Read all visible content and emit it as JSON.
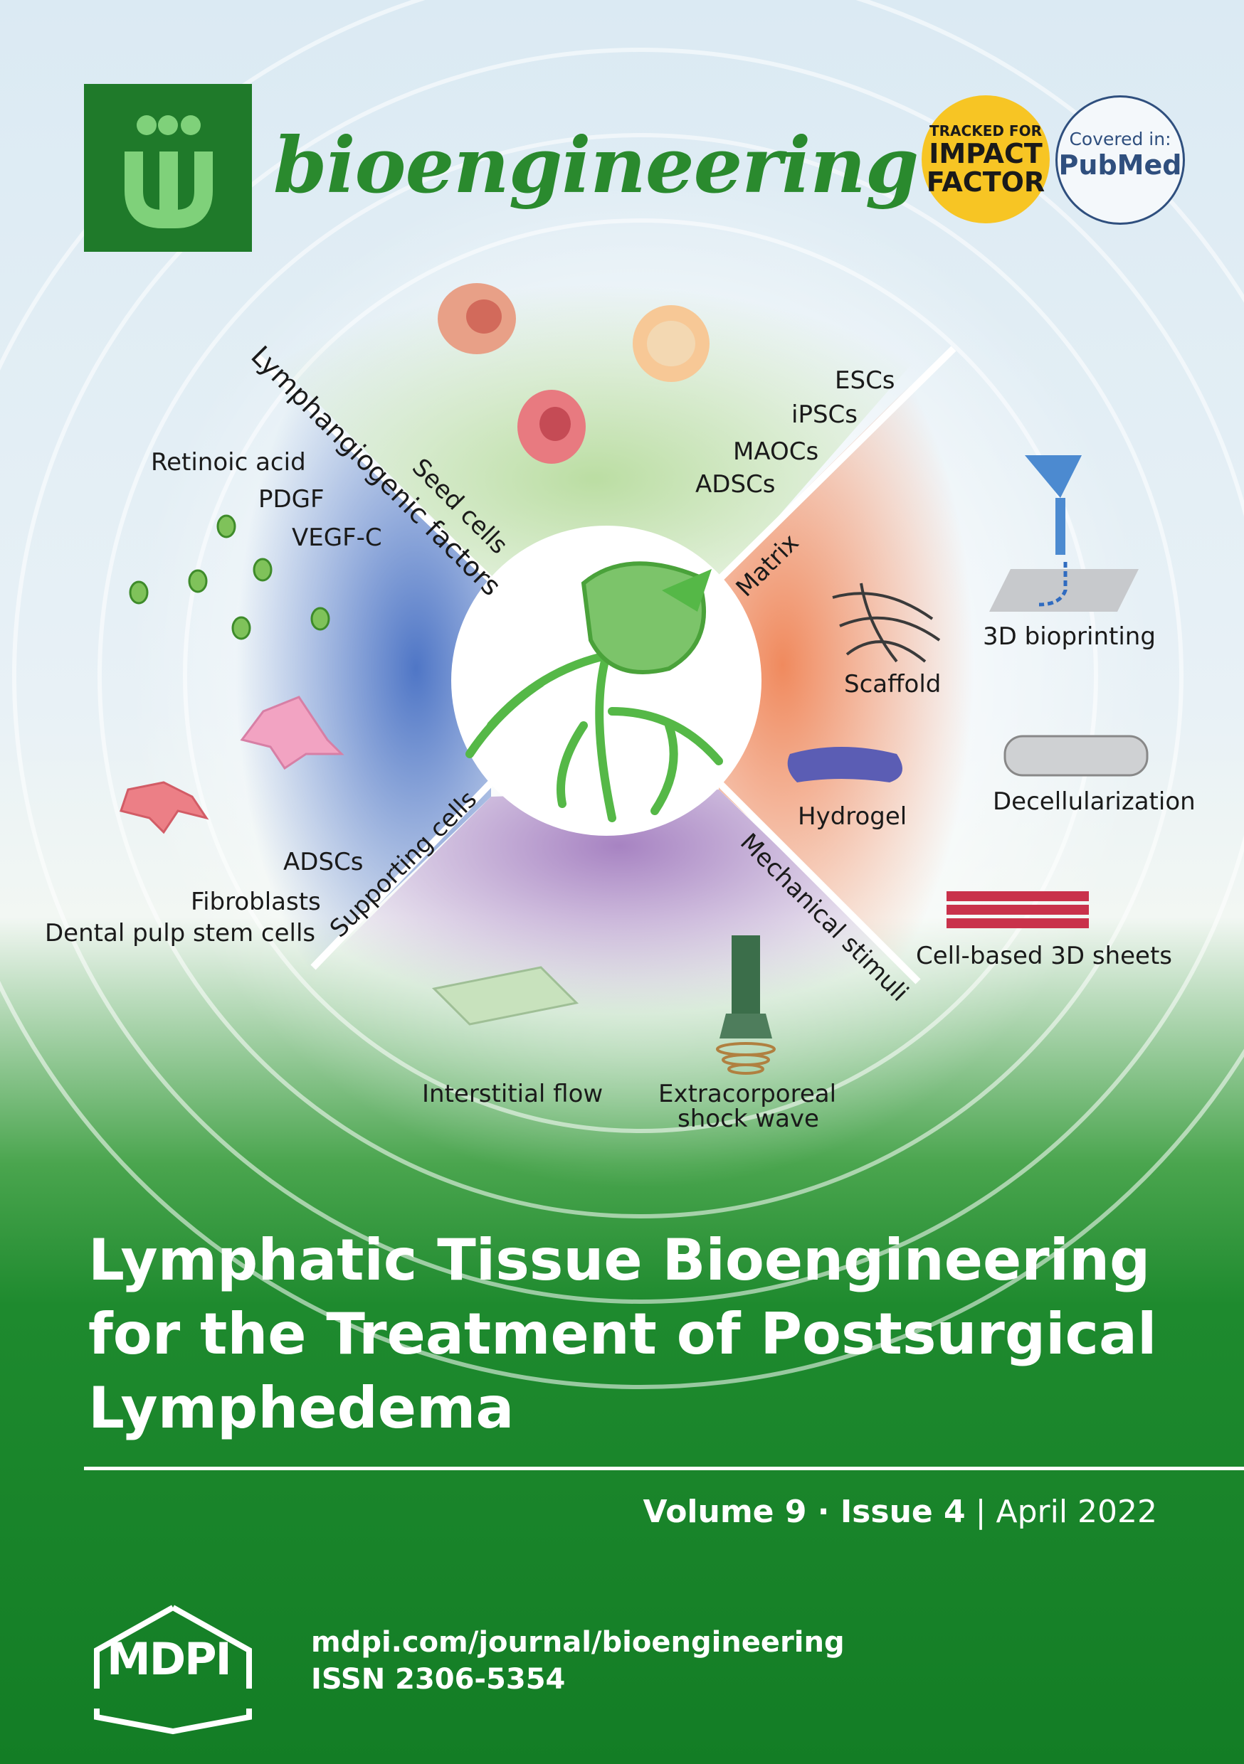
{
  "journal": {
    "name": "bioengineering"
  },
  "badges": {
    "impact": [
      "TRACKED FOR",
      "IMPACT",
      "FACTOR"
    ],
    "pubmed": [
      "Covered in:",
      "PubMed"
    ]
  },
  "diagram": {
    "quadrants": {
      "top": "Seed cells",
      "left": "Lymphangiogenic factors",
      "right": "Matrix",
      "bottom_left": "Supporting cells",
      "bottom_right": "Mechanical stimuli"
    },
    "seed_cells": [
      "ESCs",
      "iPSCs",
      "MAOCs",
      "ADSCs"
    ],
    "factors": [
      "Retinoic acid",
      "PDGF",
      "VEGF-C"
    ],
    "supporting": [
      "ADSCs",
      "Fibroblasts",
      "Dental pulp stem cells"
    ],
    "matrix": {
      "scaffold": "Scaffold",
      "bioprinting": "3D bioprinting",
      "hydrogel": "Hydrogel",
      "decell": "Decellularization",
      "sheets": "Cell-based 3D sheets"
    },
    "stimuli": {
      "flow": "Interstitial flow",
      "shock_1": "Extracorporeal",
      "shock_2": "shock wave"
    }
  },
  "title_lines": [
    "Lymphatic Tissue Bioengineering",
    "for the Treatment of Postsurgical",
    "Lymphedema"
  ],
  "issue": {
    "volume": "Volume 9",
    "issue": "Issue 4",
    "date": "April 2022",
    "sep1": " · ",
    "sep2": " | "
  },
  "publisher": {
    "name": "MDPI",
    "url": "mdpi.com/journal/bioengineering",
    "issn": "ISSN 2306-5354"
  },
  "colors": {
    "journal_green": "#2a8a2e",
    "logo_green": "#1f7a2a",
    "impact_yellow": "#f7c524",
    "pubmed_blue": "#2f4f7e"
  }
}
